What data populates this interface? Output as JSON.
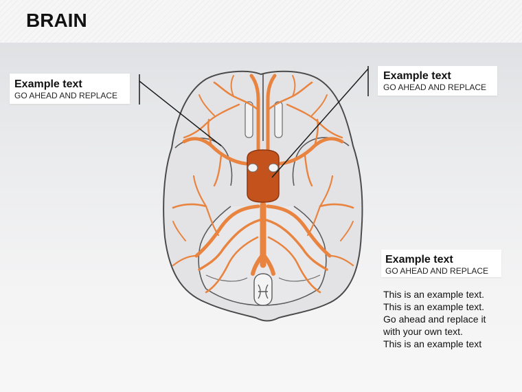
{
  "page": {
    "title": "BRAIN"
  },
  "callouts": [
    {
      "heading": "Example text",
      "subtext": "GO AHEAD AND REPLACE"
    },
    {
      "heading": "Example text",
      "subtext": "GO AHEAD AND REPLACE"
    },
    {
      "heading": "Example text",
      "subtext": "GO AHEAD AND REPLACE"
    }
  ],
  "body_text": [
    "This is an example text.",
    "This is an example text.",
    "Go ahead and replace it",
    "with your own text.",
    "This is an example text"
  ],
  "colors": {
    "brain_fill": "#e3e3e6",
    "brain_outline": "#4a4a4a",
    "artery": "#e8843f",
    "artery_dark": "#c4521c",
    "circle_of_willis": "#c4521c"
  }
}
